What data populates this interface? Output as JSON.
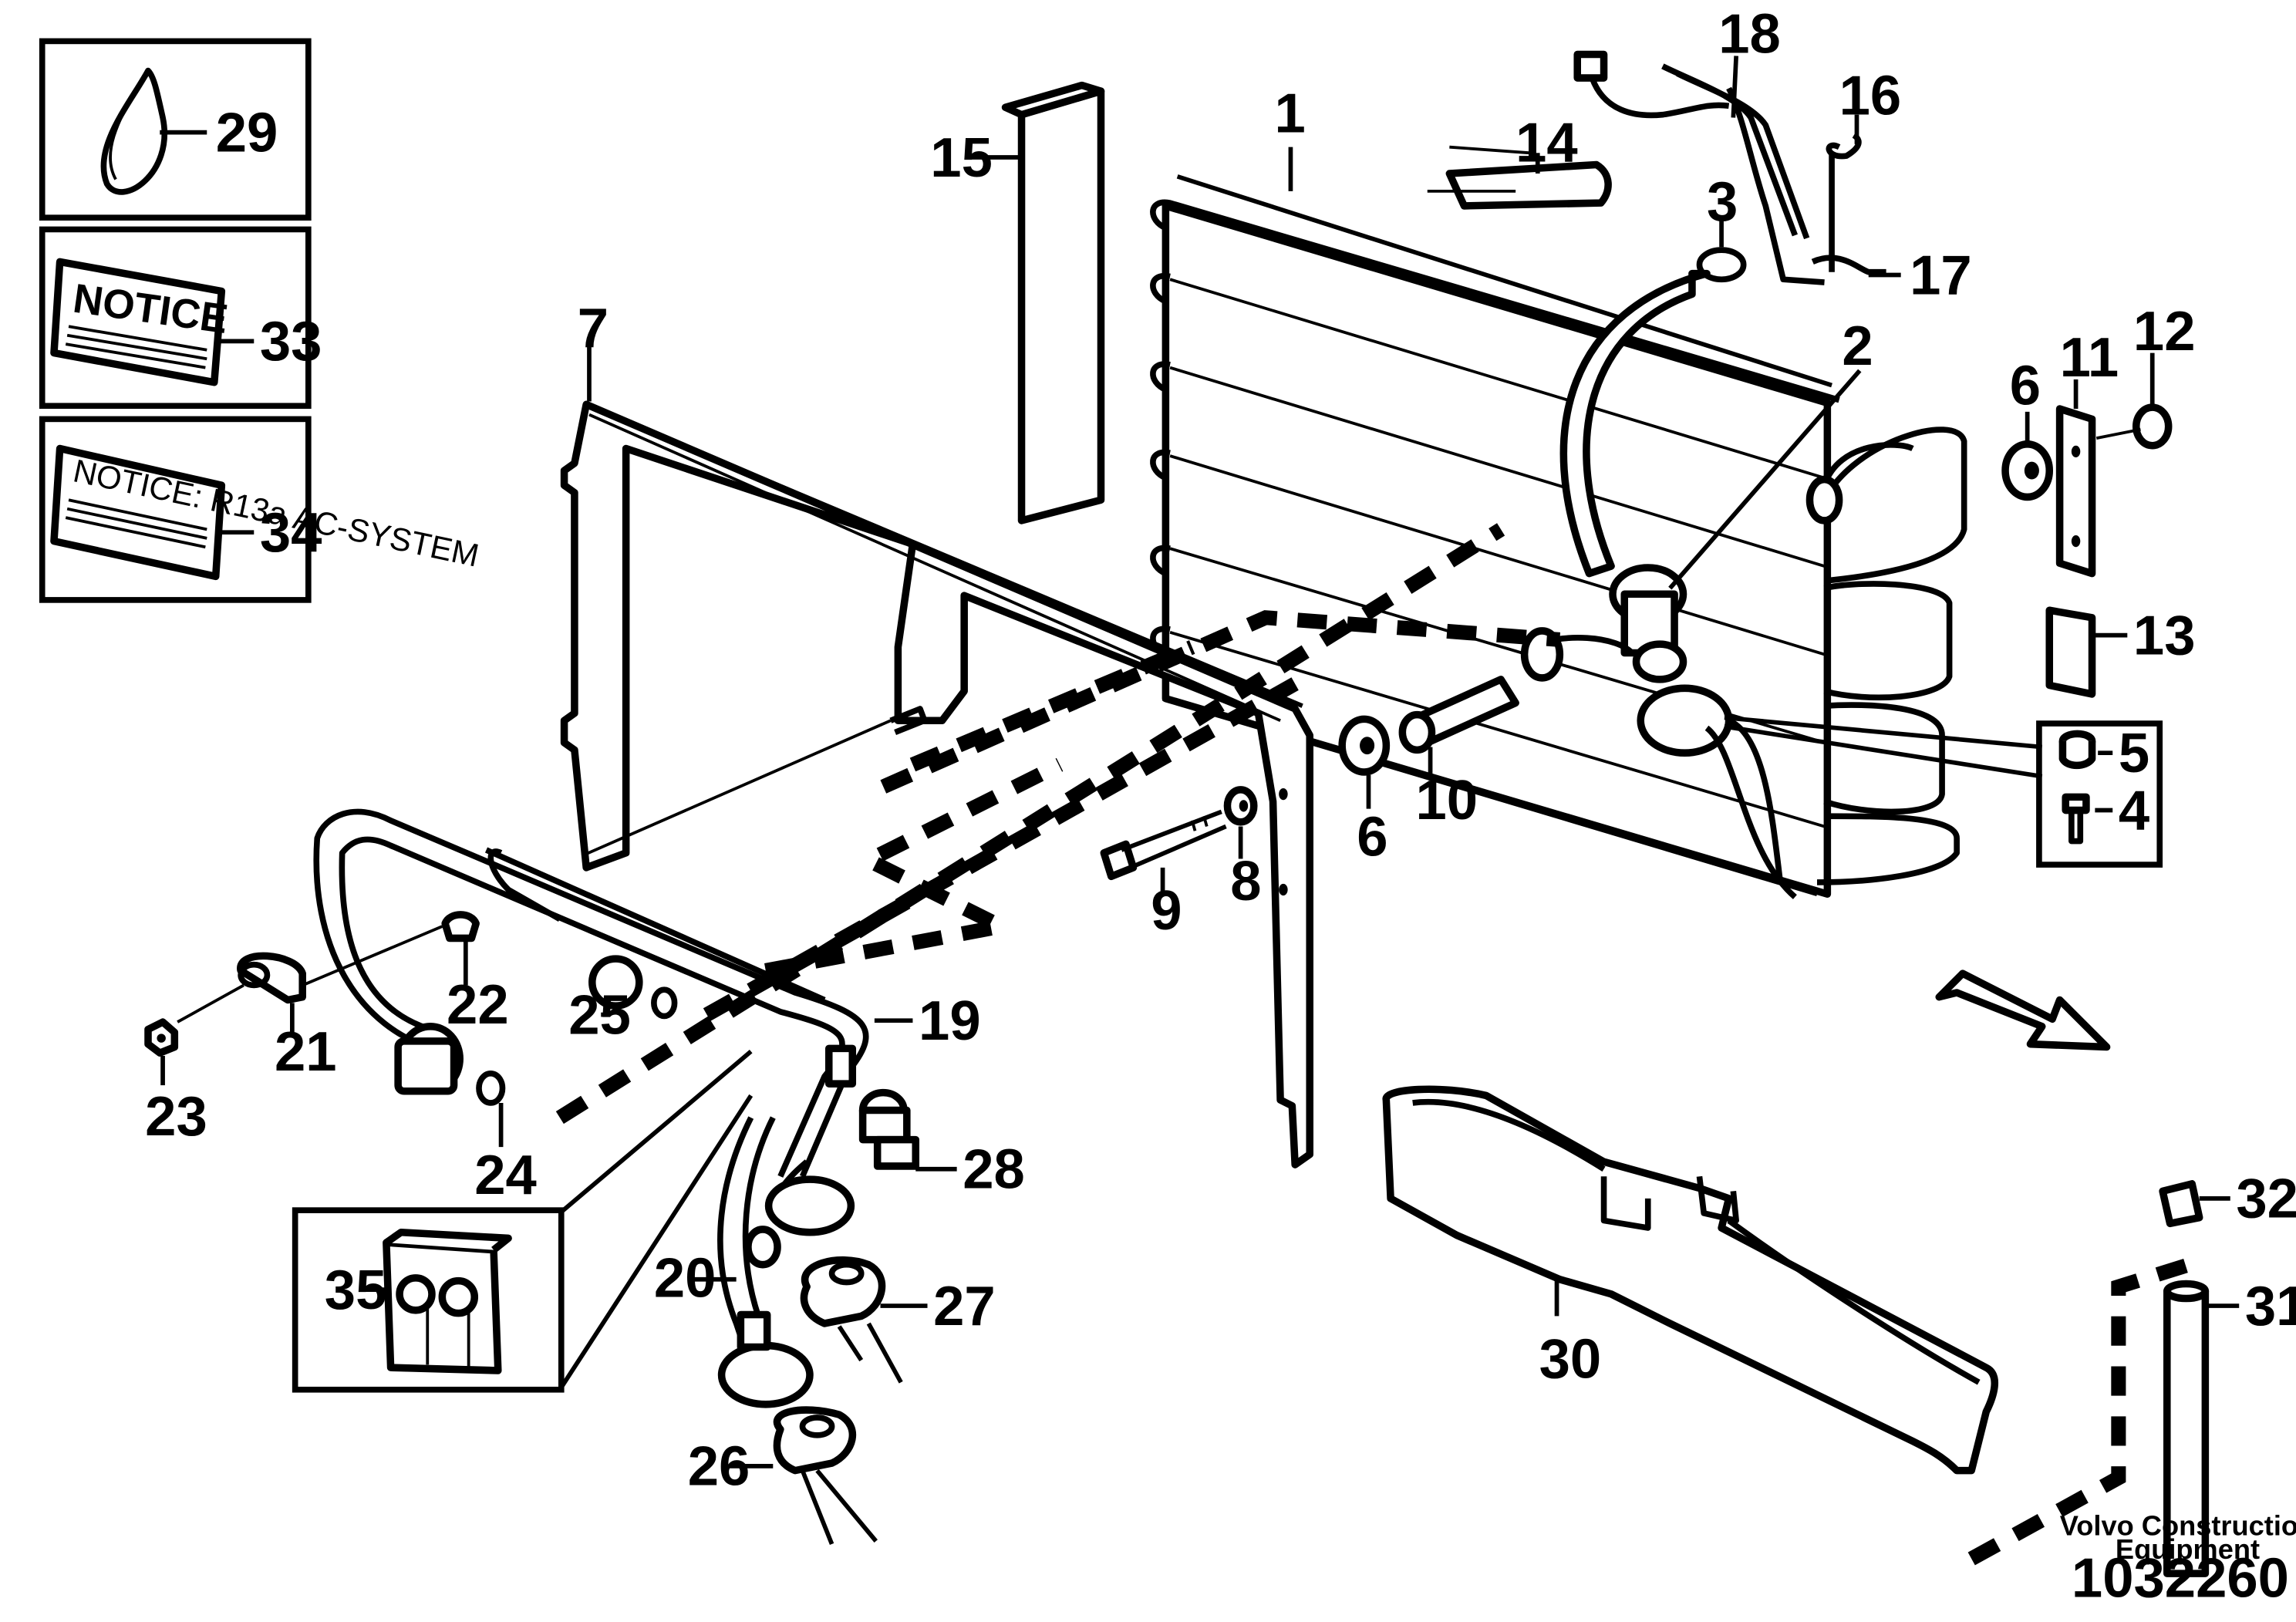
{
  "labels": {
    "p1": "1",
    "p2": "2",
    "p3": "3",
    "p4": "4",
    "p5": "5",
    "p6a": "6",
    "p6b": "6",
    "p7": "7",
    "p8": "8",
    "p9": "9",
    "p10": "10",
    "p11": "11",
    "p12": "12",
    "p13": "13",
    "p14": "14",
    "p15": "15",
    "p16": "16",
    "p17": "17",
    "p18": "18",
    "p19": "19",
    "p20": "20",
    "p21": "21",
    "p22": "22",
    "p23": "23",
    "p24": "24",
    "p25": "25",
    "p26": "26",
    "p27": "27",
    "p28": "28",
    "p29": "29",
    "p30": "30",
    "p31": "31",
    "p32": "32",
    "p33": "33",
    "p34": "34",
    "p35": "35"
  },
  "decals": {
    "notice_title": "NOTICE",
    "notice_r134a": "NOTICE: R13a AC-SYSTEM"
  },
  "credit": {
    "line1": "Volvo Construction",
    "line2": "Equipment",
    "doc_number": "1032260"
  }
}
